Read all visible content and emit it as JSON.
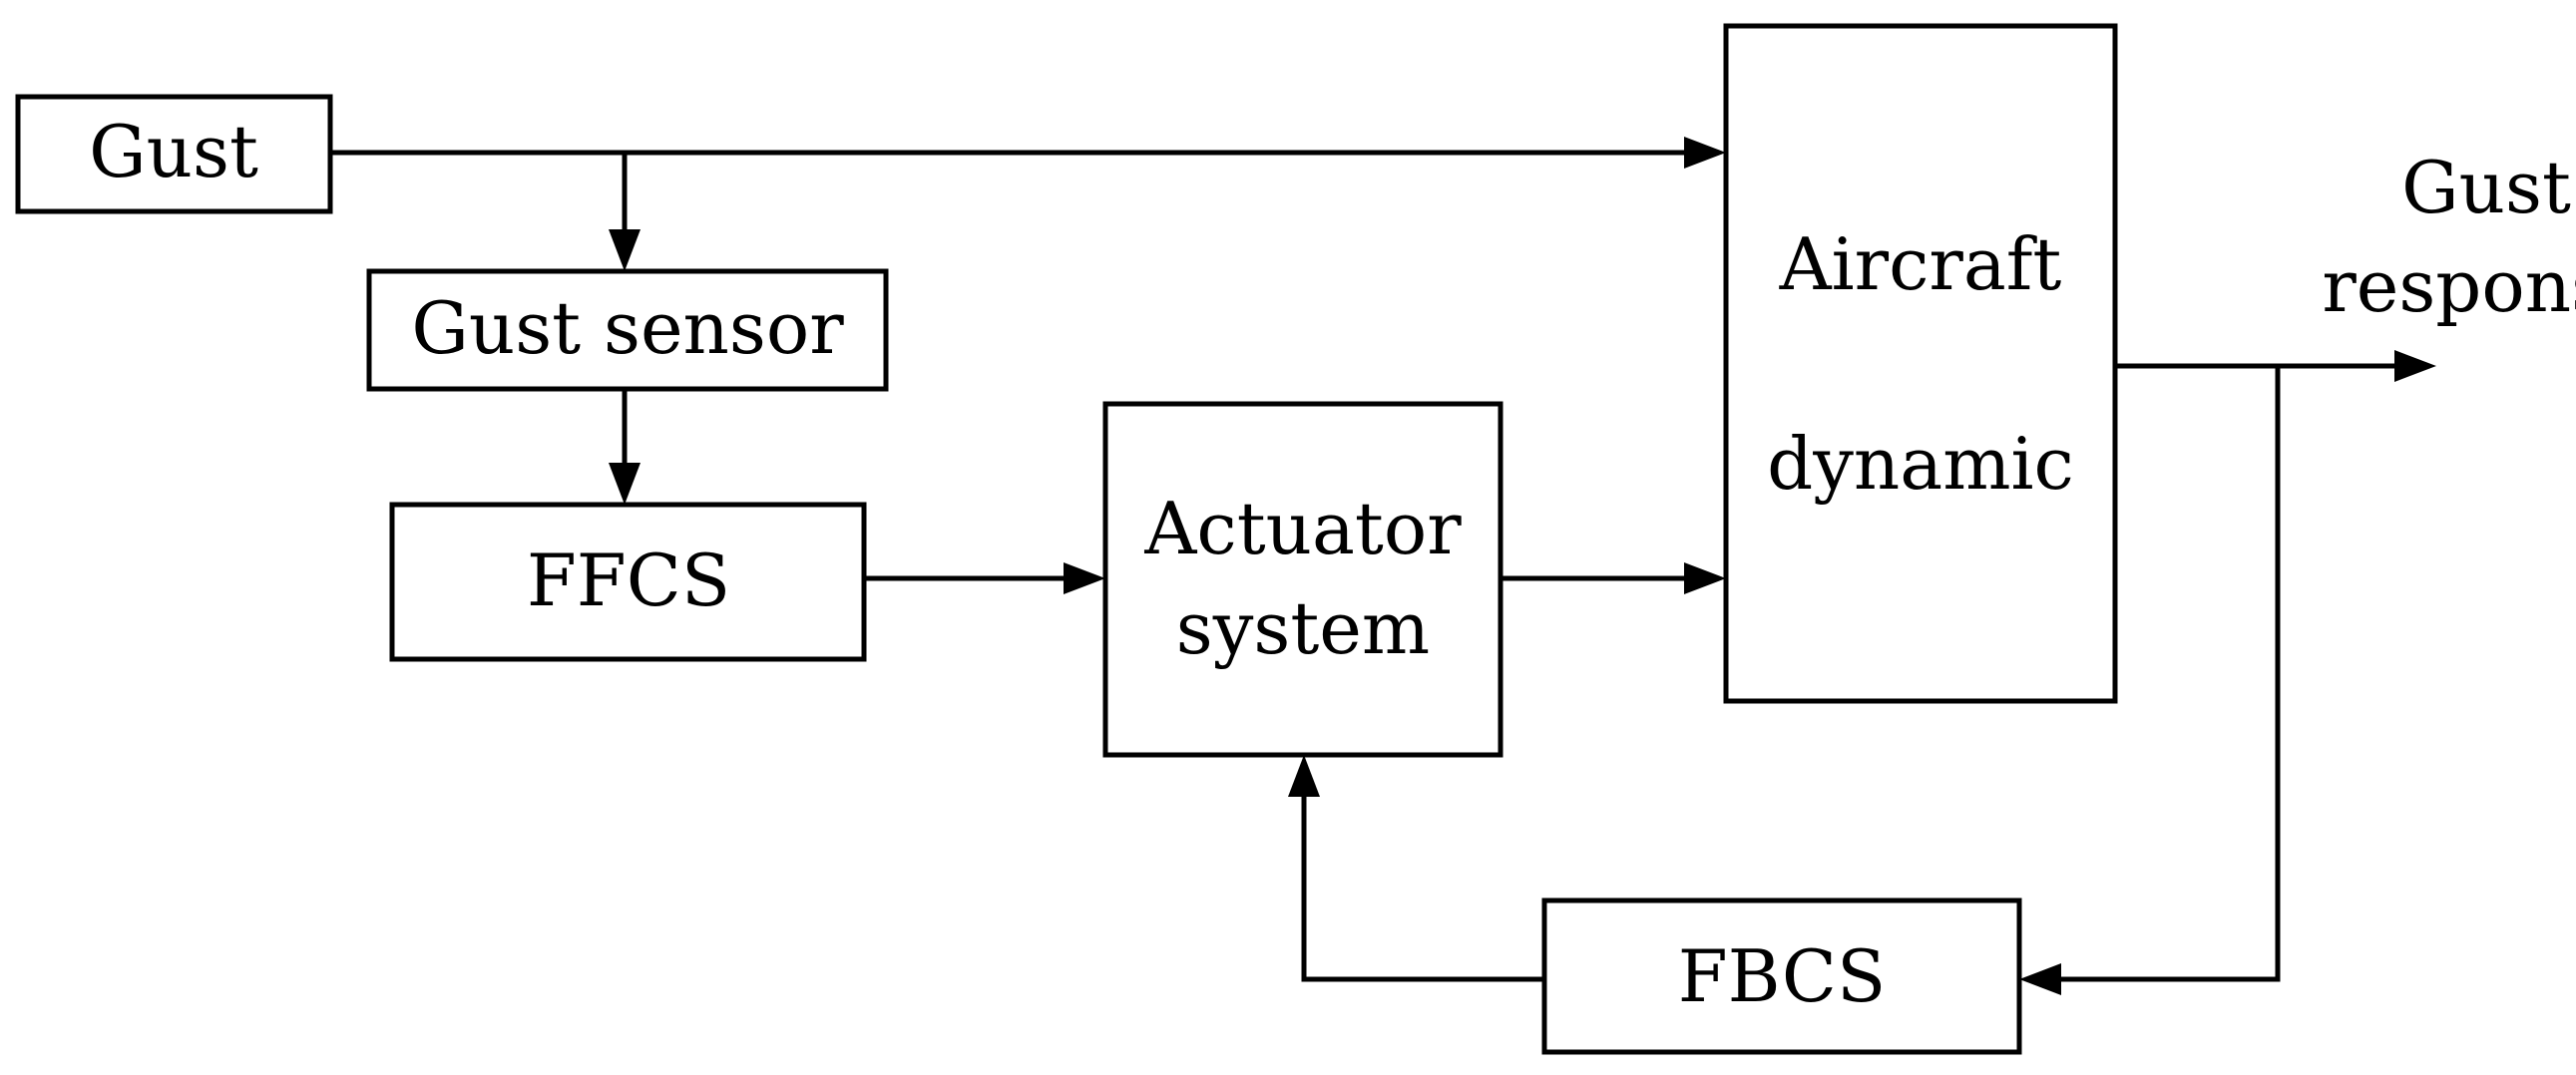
{
  "diagram": {
    "type": "block-diagram",
    "blocks": {
      "gust": "Gust",
      "gust_sensor": "Gust sensor",
      "ffcs": "FFCS",
      "actuator_line1": "Actuator",
      "actuator_line2": "system",
      "aircraft_line1": "Aircraft",
      "aircraft_line2": "dynamic",
      "fbcs": "FBCS"
    },
    "output": {
      "line1": "Gust",
      "line2": "response"
    },
    "edges": [
      {
        "from": "Gust",
        "to": "Aircraft dynamic"
      },
      {
        "from": "Gust",
        "to": "Gust sensor"
      },
      {
        "from": "Gust sensor",
        "to": "FFCS"
      },
      {
        "from": "FFCS",
        "to": "Actuator system"
      },
      {
        "from": "Actuator system",
        "to": "Aircraft dynamic"
      },
      {
        "from": "Aircraft dynamic",
        "to": "Gust response"
      },
      {
        "from": "Gust response",
        "to": "FBCS"
      },
      {
        "from": "FBCS",
        "to": "Actuator system"
      }
    ]
  }
}
